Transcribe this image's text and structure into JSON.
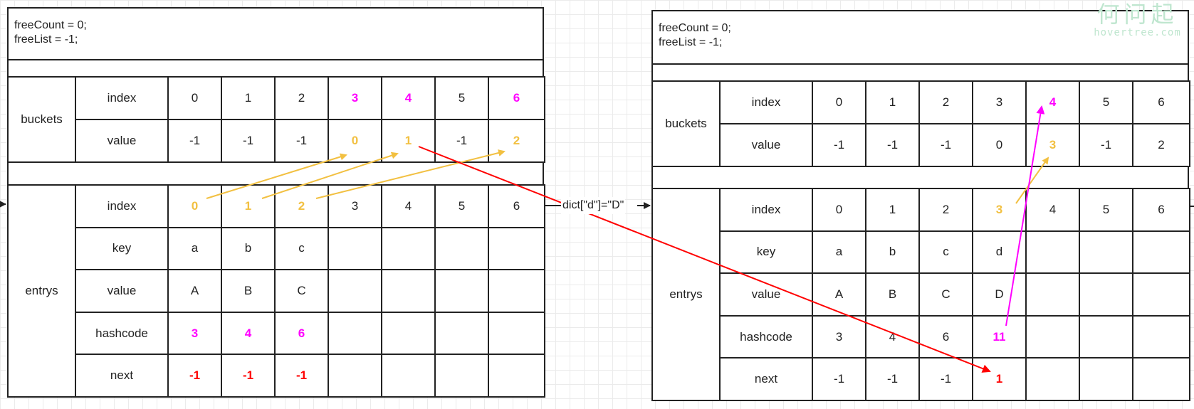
{
  "before": {
    "config": [
      "freeCount = 0;",
      "freeList = -1;"
    ],
    "buckets": {
      "label": "buckets",
      "index_label": "index",
      "value_label": "value",
      "index": [
        {
          "t": "0",
          "c": ""
        },
        {
          "t": "1",
          "c": ""
        },
        {
          "t": "2",
          "c": ""
        },
        {
          "t": "3",
          "c": "pink"
        },
        {
          "t": "4",
          "c": "pink"
        },
        {
          "t": "5",
          "c": ""
        },
        {
          "t": "6",
          "c": "pink"
        }
      ],
      "value": [
        {
          "t": "-1",
          "c": ""
        },
        {
          "t": "-1",
          "c": ""
        },
        {
          "t": "-1",
          "c": ""
        },
        {
          "t": "0",
          "c": "orange"
        },
        {
          "t": "1",
          "c": "orange"
        },
        {
          "t": "-1",
          "c": ""
        },
        {
          "t": "2",
          "c": "orange"
        }
      ]
    },
    "entrys": {
      "label": "entrys",
      "rows": [
        {
          "label": "index",
          "cells": [
            {
              "t": "0",
              "c": "orange"
            },
            {
              "t": "1",
              "c": "orange"
            },
            {
              "t": "2",
              "c": "orange"
            },
            {
              "t": "3",
              "c": ""
            },
            {
              "t": "4",
              "c": ""
            },
            {
              "t": "5",
              "c": ""
            },
            {
              "t": "6",
              "c": ""
            }
          ]
        },
        {
          "label": "key",
          "cells": [
            {
              "t": "a",
              "c": ""
            },
            {
              "t": "b",
              "c": ""
            },
            {
              "t": "c",
              "c": ""
            },
            {
              "t": "",
              "c": ""
            },
            {
              "t": "",
              "c": ""
            },
            {
              "t": "",
              "c": ""
            },
            {
              "t": "",
              "c": ""
            }
          ]
        },
        {
          "label": "value",
          "cells": [
            {
              "t": "A",
              "c": ""
            },
            {
              "t": "B",
              "c": ""
            },
            {
              "t": "C",
              "c": ""
            },
            {
              "t": "",
              "c": ""
            },
            {
              "t": "",
              "c": ""
            },
            {
              "t": "",
              "c": ""
            },
            {
              "t": "",
              "c": ""
            }
          ]
        },
        {
          "label": "hashcode",
          "cells": [
            {
              "t": "3",
              "c": "pink"
            },
            {
              "t": "4",
              "c": "pink"
            },
            {
              "t": "6",
              "c": "pink"
            },
            {
              "t": "",
              "c": ""
            },
            {
              "t": "",
              "c": ""
            },
            {
              "t": "",
              "c": ""
            },
            {
              "t": "",
              "c": ""
            }
          ]
        },
        {
          "label": "next",
          "cells": [
            {
              "t": "-1",
              "c": "red"
            },
            {
              "t": "-1",
              "c": "red"
            },
            {
              "t": "-1",
              "c": "red"
            },
            {
              "t": "",
              "c": ""
            },
            {
              "t": "",
              "c": ""
            },
            {
              "t": "",
              "c": ""
            },
            {
              "t": "",
              "c": ""
            }
          ]
        }
      ]
    }
  },
  "after": {
    "config": [
      "freeCount = 0;",
      "freeList = -1;"
    ],
    "buckets": {
      "label": "buckets",
      "index_label": "index",
      "value_label": "value",
      "index": [
        {
          "t": "0",
          "c": ""
        },
        {
          "t": "1",
          "c": ""
        },
        {
          "t": "2",
          "c": ""
        },
        {
          "t": "3",
          "c": ""
        },
        {
          "t": "4",
          "c": "pink"
        },
        {
          "t": "5",
          "c": ""
        },
        {
          "t": "6",
          "c": ""
        }
      ],
      "value": [
        {
          "t": "-1",
          "c": ""
        },
        {
          "t": "-1",
          "c": ""
        },
        {
          "t": "-1",
          "c": ""
        },
        {
          "t": "0",
          "c": ""
        },
        {
          "t": "3",
          "c": "orange"
        },
        {
          "t": "-1",
          "c": ""
        },
        {
          "t": "2",
          "c": ""
        }
      ]
    },
    "entrys": {
      "label": "entrys",
      "rows": [
        {
          "label": "index",
          "cells": [
            {
              "t": "0",
              "c": ""
            },
            {
              "t": "1",
              "c": ""
            },
            {
              "t": "2",
              "c": ""
            },
            {
              "t": "3",
              "c": "orange"
            },
            {
              "t": "4",
              "c": ""
            },
            {
              "t": "5",
              "c": ""
            },
            {
              "t": "6",
              "c": ""
            }
          ]
        },
        {
          "label": "key",
          "cells": [
            {
              "t": "a",
              "c": ""
            },
            {
              "t": "b",
              "c": ""
            },
            {
              "t": "c",
              "c": ""
            },
            {
              "t": "d",
              "c": ""
            },
            {
              "t": "",
              "c": ""
            },
            {
              "t": "",
              "c": ""
            },
            {
              "t": "",
              "c": ""
            }
          ]
        },
        {
          "label": "value",
          "cells": [
            {
              "t": "A",
              "c": ""
            },
            {
              "t": "B",
              "c": ""
            },
            {
              "t": "C",
              "c": ""
            },
            {
              "t": "D",
              "c": ""
            },
            {
              "t": "",
              "c": ""
            },
            {
              "t": "",
              "c": ""
            },
            {
              "t": "",
              "c": ""
            }
          ]
        },
        {
          "label": "hashcode",
          "cells": [
            {
              "t": "3",
              "c": ""
            },
            {
              "t": "4",
              "c": ""
            },
            {
              "t": "6",
              "c": ""
            },
            {
              "t": "11",
              "c": "pink"
            },
            {
              "t": "",
              "c": ""
            },
            {
              "t": "",
              "c": ""
            },
            {
              "t": "",
              "c": ""
            }
          ]
        },
        {
          "label": "next",
          "cells": [
            {
              "t": "-1",
              "c": ""
            },
            {
              "t": "-1",
              "c": ""
            },
            {
              "t": "-1",
              "c": ""
            },
            {
              "t": "1",
              "c": "red"
            },
            {
              "t": "",
              "c": ""
            },
            {
              "t": "",
              "c": ""
            },
            {
              "t": "",
              "c": ""
            }
          ]
        }
      ]
    }
  },
  "operation_label": "dict[\"d\"]=\"D\"",
  "watermark": {
    "title": "何问起",
    "url": "hovertree.com"
  },
  "colors": {
    "pink": "#ff00ff",
    "orange": "#f2c041",
    "red": "#ff0000",
    "border": "#222222"
  }
}
